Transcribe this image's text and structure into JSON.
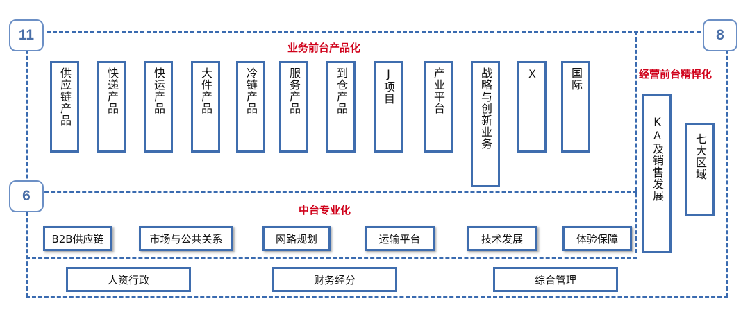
{
  "badges": {
    "left_top": "11",
    "left_mid": "6",
    "right_top": "8"
  },
  "headings": {
    "business_front": "业务前台产品化",
    "operation_front": "经营前台精悍化",
    "middle_platform": "中台专业化"
  },
  "product_boxes": [
    "供应链产品",
    "快递产品",
    "快运产品",
    "大件产品",
    "冷链产品",
    "服务产品",
    "到仓产品",
    "J项目",
    "产业平台",
    "战略与创新业务",
    "X",
    "国际"
  ],
  "operation_boxes": [
    "KA及销售发展",
    "七大区域"
  ],
  "middle_boxes": [
    "B2B供应链",
    "市场与公共关系",
    "网路规划",
    "运输平台",
    "技术发展",
    "体验保障"
  ],
  "back_boxes": [
    "人资行政",
    "财务经分",
    "综合管理"
  ]
}
